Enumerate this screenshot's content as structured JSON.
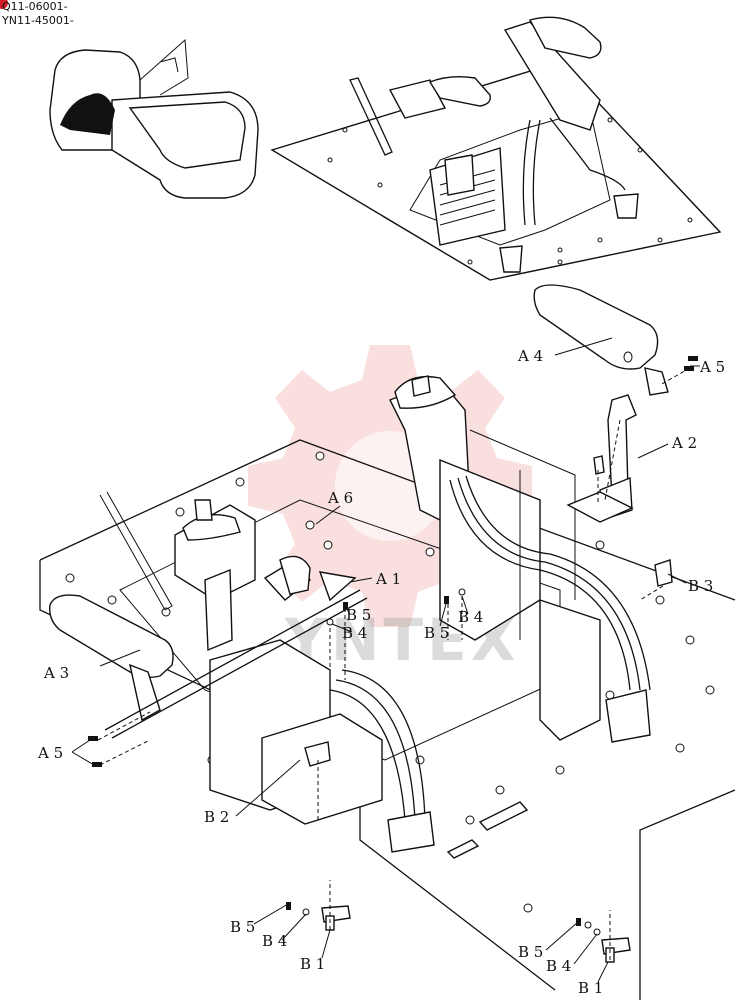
{
  "serials": [
    "Q11-06001-",
    "YN11-45001-"
  ],
  "watermark": "YNTEX",
  "callouts": {
    "A1": "A 1",
    "A2": "A 2",
    "A3": "A 3",
    "A4": "A 4",
    "A5_right": "A 5",
    "A5_left": "A 5",
    "A6": "A 6",
    "B1_left": "B 1",
    "B1_right": "B 1",
    "B2": "B 2",
    "B3": "B 3",
    "B4_mid": "B 4",
    "B4_center": "B 4",
    "B4_left": "B 4",
    "B4_right": "B 4",
    "B5_mid": "B 5",
    "B5_center": "B 5",
    "B5_left": "B 5",
    "B5_right": "B 5"
  }
}
